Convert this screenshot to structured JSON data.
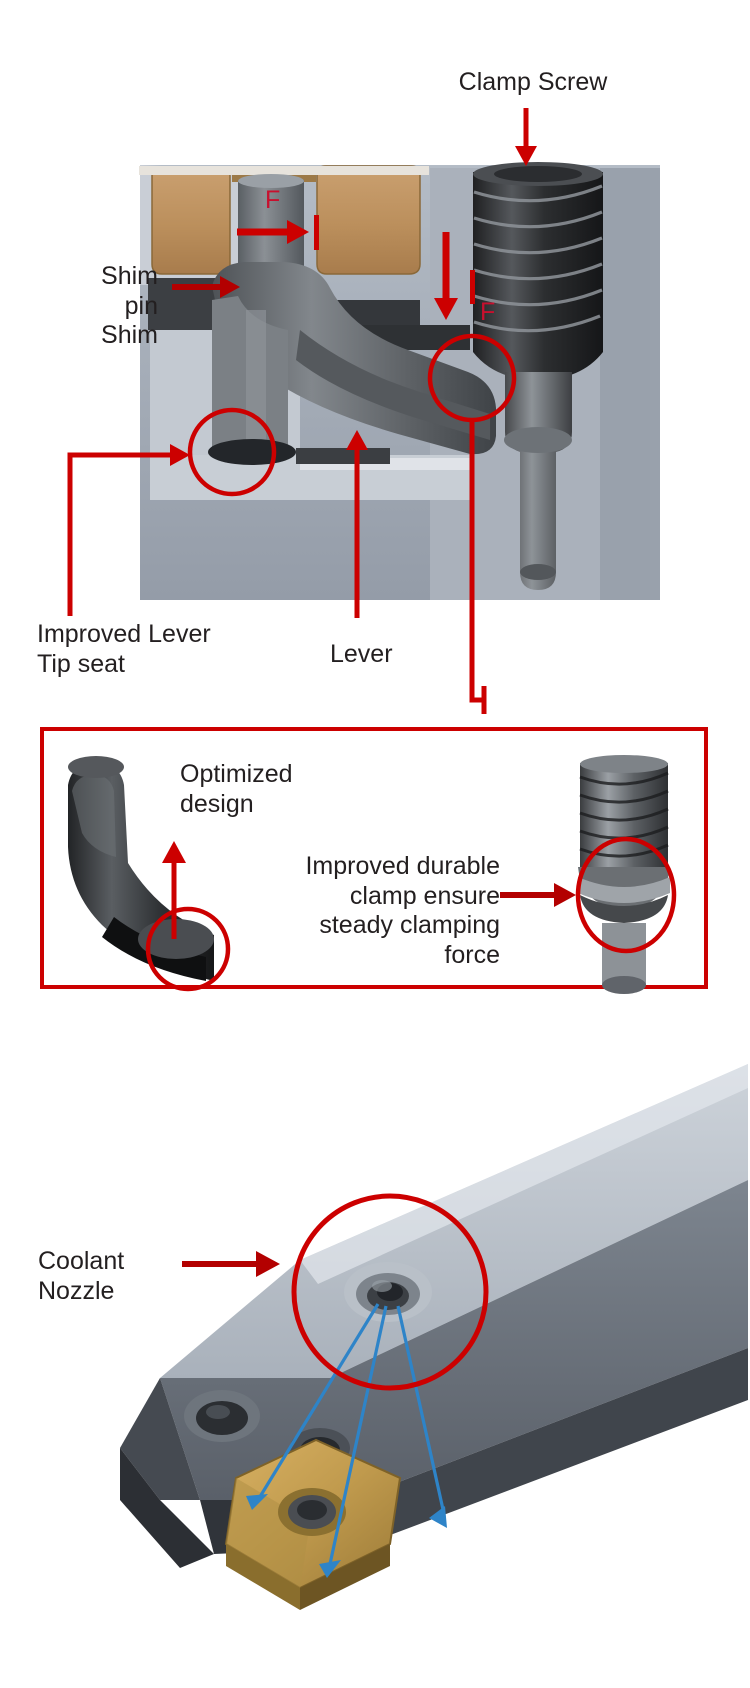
{
  "document": {
    "type": "technical-illustration",
    "subject": "Indexable turning tool holder clamping system",
    "background_color": "#ffffff",
    "callout_color": "#cc0000",
    "text_color": "#231f20",
    "coolant_arrow_color": "#2e84c8"
  },
  "sections": {
    "top": {
      "name": "Cross-section of lever clamp assembly",
      "labels": {
        "clamp_screw": "Clamp Screw",
        "shim_stack": "Shim\npin\nShim",
        "improved_lever_tip_seat": "Improved Lever\nTip seat",
        "lever": "Lever"
      },
      "force_markers": [
        {
          "id": "force-horizontal",
          "text": "F",
          "direction": "right"
        },
        {
          "id": "force-vertical",
          "text": "F",
          "direction": "down"
        }
      ]
    },
    "middle": {
      "name": "Boxed detail panel",
      "labels": {
        "optimized_design": "Optimized\ndesign",
        "improved_durable_clamp": "Improved durable\nclamp ensure\nsteady clamping\nforce"
      }
    },
    "bottom": {
      "name": "Boring bar with coolant through nozzle",
      "labels": {
        "coolant_nozzle": "Coolant\nNozzle"
      }
    }
  },
  "parts": {
    "insert_material_color": "#bf9158",
    "body_color": "#9aa2ae",
    "steel_dark_color": "#3a3a3c",
    "lever_color": "#6f7479"
  }
}
